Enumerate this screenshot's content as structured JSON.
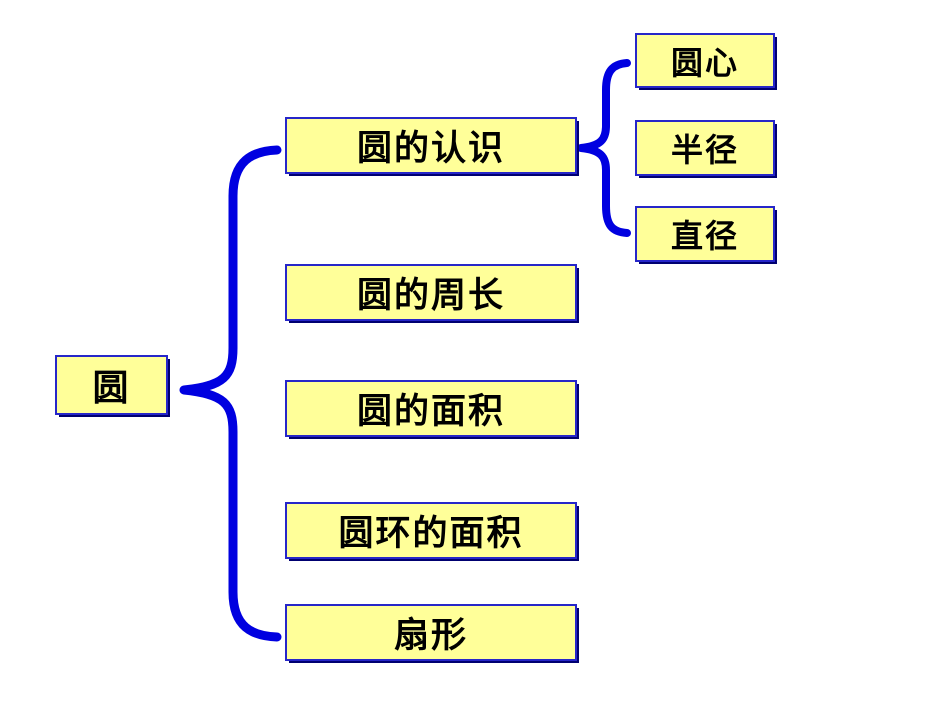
{
  "colors": {
    "background": "#FFFFFF",
    "box_fill": "#FFFF99",
    "box_border": "#2626C9",
    "box_shadow": "#000070",
    "brace": "#0000E0",
    "text": "#000000"
  },
  "diagram": {
    "type": "concept-map",
    "root": {
      "label": "圆"
    },
    "branches": [
      {
        "label": "圆的认识",
        "children": [
          {
            "label": "圆心"
          },
          {
            "label": "半径"
          },
          {
            "label": "直径"
          }
        ]
      },
      {
        "label": "圆的周长"
      },
      {
        "label": "圆的面积"
      },
      {
        "label": "圆环的面积"
      },
      {
        "label": "扇形"
      }
    ]
  }
}
